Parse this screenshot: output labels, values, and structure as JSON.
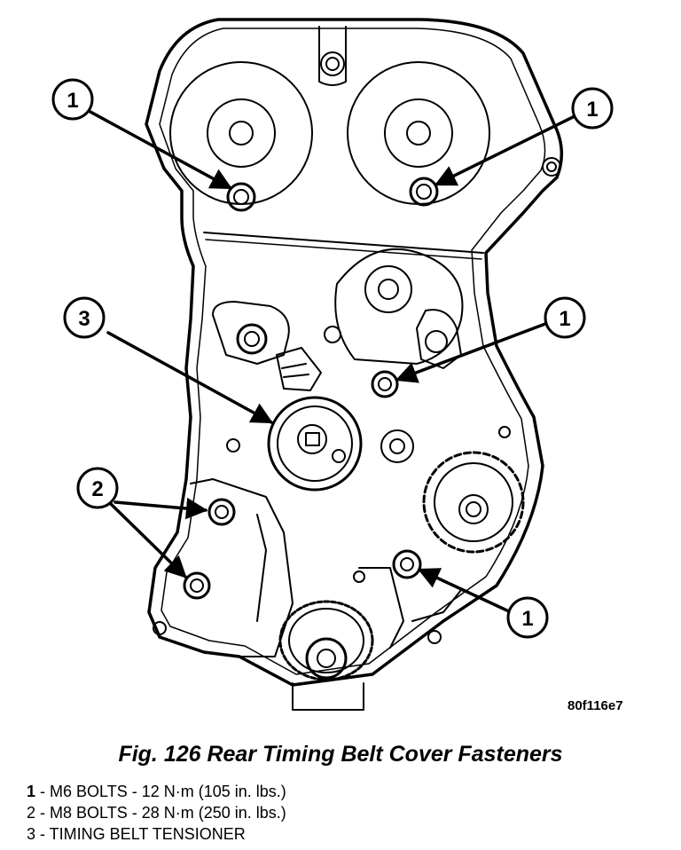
{
  "figure": {
    "id": "80f116e7",
    "caption": "Fig. 126 Rear Timing Belt Cover Fasteners"
  },
  "callouts": [
    {
      "number": "1",
      "target": "left-cam-bolt"
    },
    {
      "number": "1",
      "target": "right-cam-bolt"
    },
    {
      "number": "3",
      "target": "timing-belt-tensioner"
    },
    {
      "number": "1",
      "target": "center-bolt"
    },
    {
      "number": "2",
      "target": "m8-upper-bolt"
    },
    {
      "number": "1",
      "target": "lower-right-bolt"
    }
  ],
  "legend": [
    {
      "number": "1",
      "text": " - M6 BOLTS - 12 N·m (105 in. lbs.)"
    },
    {
      "number": "2",
      "text": " - M8 BOLTS - 28 N·m (250 in. lbs.)"
    },
    {
      "number": "3",
      "text": " - TIMING BELT TENSIONER"
    }
  ]
}
